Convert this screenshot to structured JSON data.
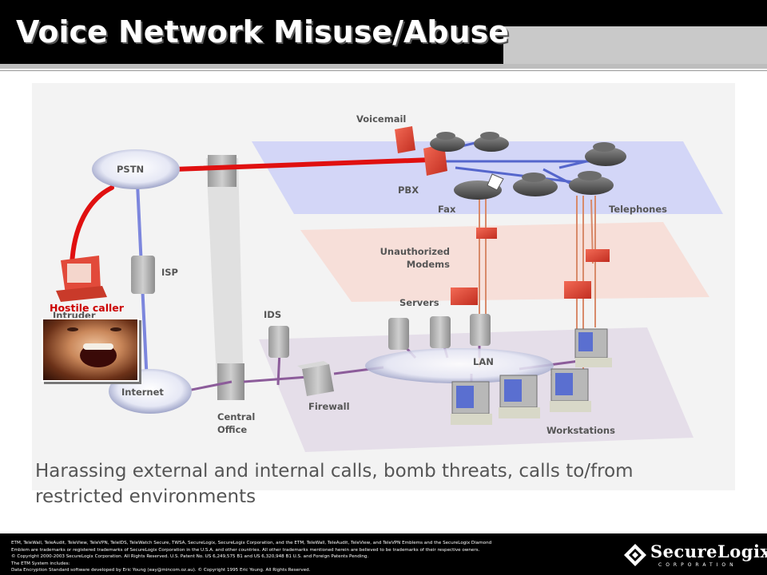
{
  "slide": {
    "title": "Voice Network Misuse/Abuse",
    "caption": "Harassing external and internal calls, bomb threats, calls to/from restricted environments"
  },
  "diagram": {
    "labels": {
      "voicemail": "Voicemail",
      "pbx": "PBX",
      "fax": "Fax",
      "telephones": "Telephones",
      "pstn": "PSTN",
      "unauthorized_modems_line1": "Unauthorized",
      "unauthorized_modems_line2": "Modems",
      "isp": "ISP",
      "servers": "Servers",
      "ids": "IDS",
      "hostile_caller": "Hostile caller",
      "intruder": "Intruder",
      "lan": "LAN",
      "internet": "Internet",
      "firewall": "Firewall",
      "central_office_line1": "Central",
      "central_office_line2": "Office",
      "workstations": "Workstations"
    },
    "colors": {
      "attack_path": "#e01010",
      "hostile_caller_text": "#cc0000",
      "voice_plane": "#cfd3f7",
      "modem_plane": "#f7ddd6",
      "data_plane": "#e3dbe8"
    }
  },
  "footer": {
    "legal": [
      "ETM, TeleWall, TeleAudit, TeleView, TeleVPN, TeleIDS, TeleWatch Secure, TWSA, SecureLogix, SecureLogix Corporation, and the ETM, TeleWall, TeleAudit, TeleView, and TeleVPN Emblems and the SecureLogix Diamond",
      "Emblem are trademarks or registered trademarks of SecureLogix Corporation in the U.S.A. and other countries. All other trademarks mentioned herein are believed to be trademarks of their respective owners.",
      "© Copyright 2000-2003 SecureLogix Corporation. All Rights Reserved. U.S. Patent No. US 6,249,575 B1 and US 6,320,948 B1 U.S. and Foreign Patents Pending.",
      "The ETM System includes:",
      "Data Encryption Standard software developed by Eric Young (eay@mincom.oz.au). © Copyright 1995 Eric Young. All Rights Reserved."
    ],
    "logo_name": "SecureLogix",
    "logo_sub": "CORPORATION"
  }
}
